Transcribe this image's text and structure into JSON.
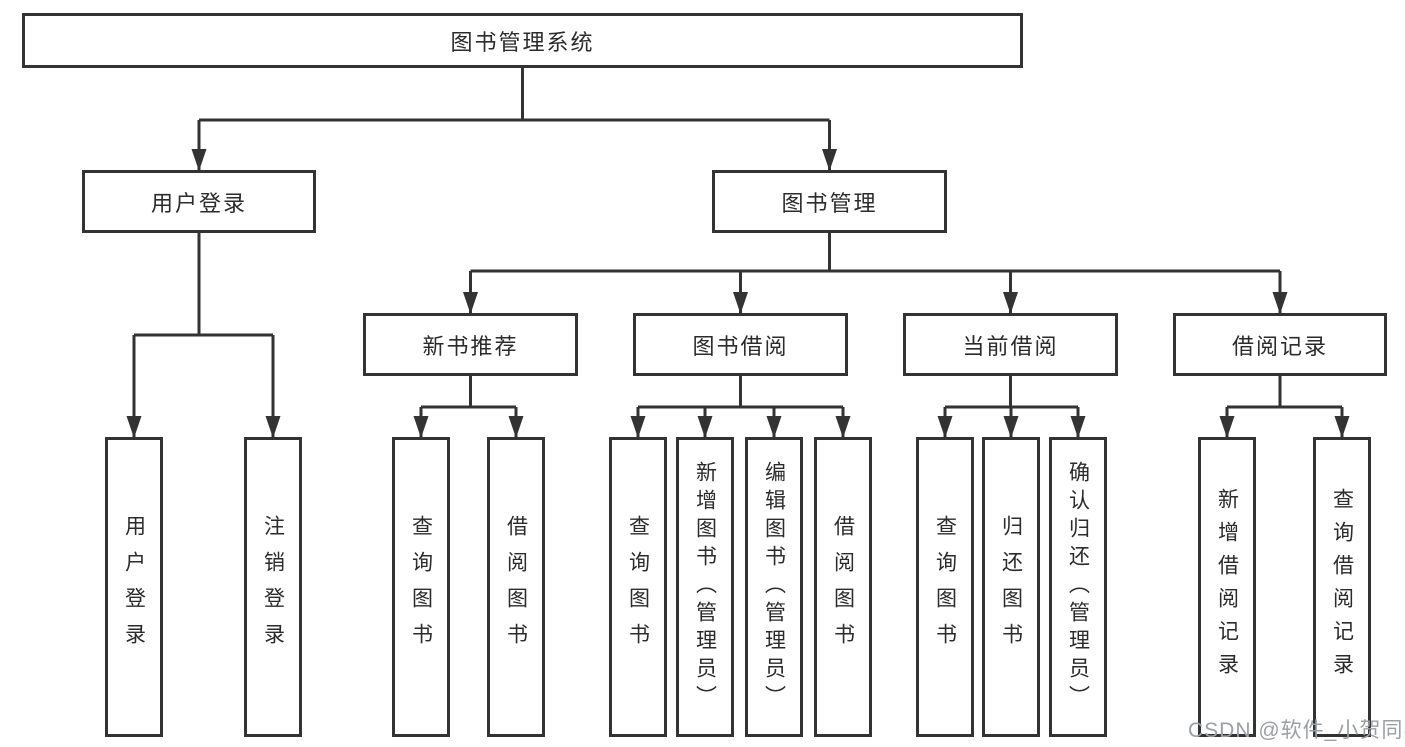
{
  "tree": {
    "root": {
      "label": "图书管理系统",
      "children": [
        {
          "label": "用户登录",
          "children": [
            {
              "label": "用户登录"
            },
            {
              "label": "注销登录"
            }
          ]
        },
        {
          "label": "图书管理",
          "children": [
            {
              "label": "新书推荐",
              "children": [
                {
                  "label": "查询图书"
                },
                {
                  "label": "借阅图书"
                }
              ]
            },
            {
              "label": "图书借阅",
              "children": [
                {
                  "label": "查询图书"
                },
                {
                  "label": "新增图书（管理员）"
                },
                {
                  "label": "编辑图书（管理员）"
                },
                {
                  "label": "借阅图书"
                }
              ]
            },
            {
              "label": "当前借阅",
              "children": [
                {
                  "label": "查询图书"
                },
                {
                  "label": "归还图书"
                },
                {
                  "label": "确认归还（管理员）"
                }
              ]
            },
            {
              "label": "借阅记录",
              "children": [
                {
                  "label": "新增借阅记录"
                },
                {
                  "label": "查询借阅记录"
                }
              ]
            }
          ]
        }
      ]
    }
  },
  "watermark": {
    "text": "CSDN @软件_小贺同学"
  },
  "colors": {
    "line": "#333333",
    "box_border": "#333333",
    "text": "#2b2b2b",
    "watermark": "#9aa0a6",
    "background": "#ffffff"
  }
}
